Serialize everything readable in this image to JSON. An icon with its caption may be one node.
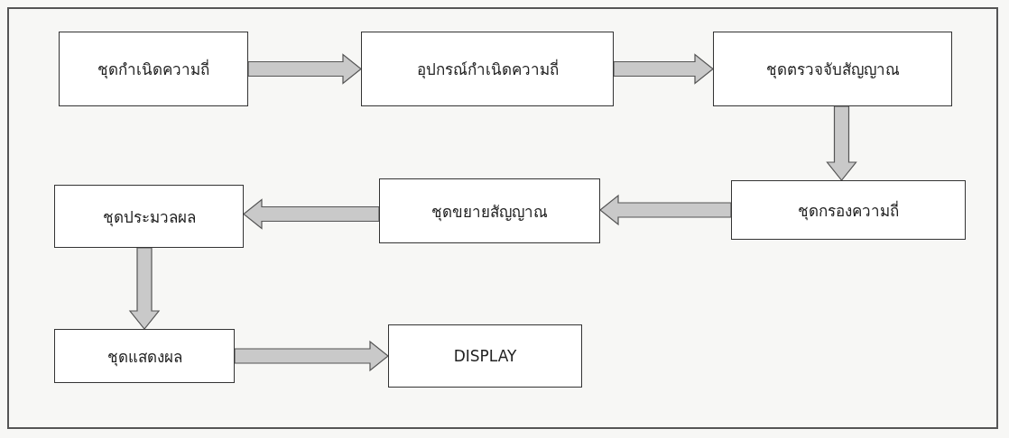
{
  "diagram": {
    "nodes": [
      {
        "text": [
          "ชุดกำเนิดความถี่"
        ]
      },
      {
        "text": [
          "อุปกรณ์กำเนิดความถี่"
        ]
      },
      {
        "text": [
          "ชุดตรวจจับสัญญาณ"
        ]
      },
      {
        "text": [
          "ชุดกรองความถี่"
        ]
      },
      {
        "text": [
          "ชุดขยายสัญญาณ"
        ]
      },
      {
        "text": [
          "ชุดประมวลผล"
        ]
      },
      {
        "text": [
          "ชุดแสดงผล"
        ]
      },
      {
        "text": [
          "DISPLAY"
        ]
      }
    ],
    "edges": [
      {
        "from": 0,
        "to": 1,
        "arrow": "to"
      },
      {
        "from": 1,
        "to": 2,
        "arrow": "to"
      },
      {
        "from": 2,
        "to": 3,
        "arrow": "to"
      },
      {
        "from": 3,
        "to": 4,
        "arrow": "to"
      },
      {
        "from": 4,
        "to": 5,
        "arrow": "to"
      },
      {
        "from": 5,
        "to": 6,
        "arrow": "to"
      },
      {
        "from": 6,
        "to": 7,
        "arrow": "to"
      }
    ]
  }
}
